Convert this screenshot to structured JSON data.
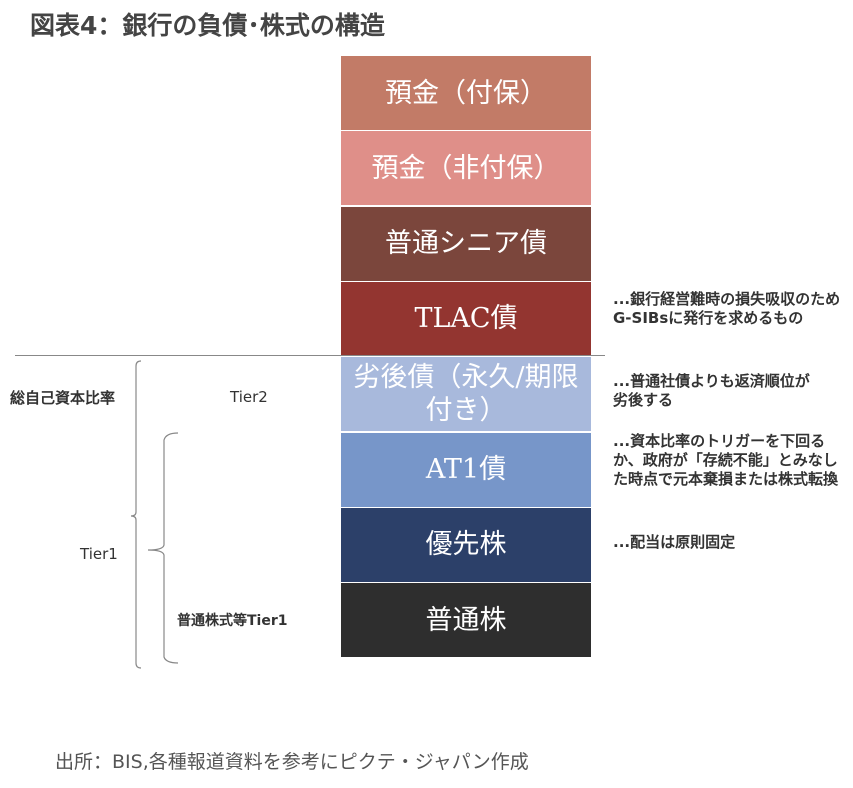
{
  "title": "図表4：銀行の負債･株式の構造",
  "blocks": [
    {
      "label": "預金（付保）",
      "color": "#c27b67"
    },
    {
      "label": "預金（非付保）",
      "color": "#df8f89"
    },
    {
      "label": "普通シニア債",
      "color": "#7b463c"
    },
    {
      "label": "TLAC債",
      "color": "#933530"
    },
    {
      "label": "劣後債（永久/期限付き）",
      "color": "#a8b9dc"
    },
    {
      "label": "AT1債",
      "color": "#7796c9"
    },
    {
      "label": "優先株",
      "color": "#2c4069"
    },
    {
      "label": "普通株",
      "color": "#2e2e2e"
    }
  ],
  "notes": {
    "tlac": "...銀行経営難時の損失吸収のためG-SIBsに発行を求めるもの",
    "subordinated": "...普通社債よりも返済順位が劣後する",
    "at1": "...資本比率のトリガーを下回るか、政府が「存続不能」とみなした時点で元本棄損または株式転換",
    "preferred": "...配当は原則固定"
  },
  "labels": {
    "total_capital_ratio": "総自己資本比率",
    "tier2": "Tier2",
    "tier1": "Tier1",
    "cet1": "普通株式等Tier1"
  },
  "footer": "出所：BIS,各種報道資料を参考にピクテ・ジャパン作成"
}
